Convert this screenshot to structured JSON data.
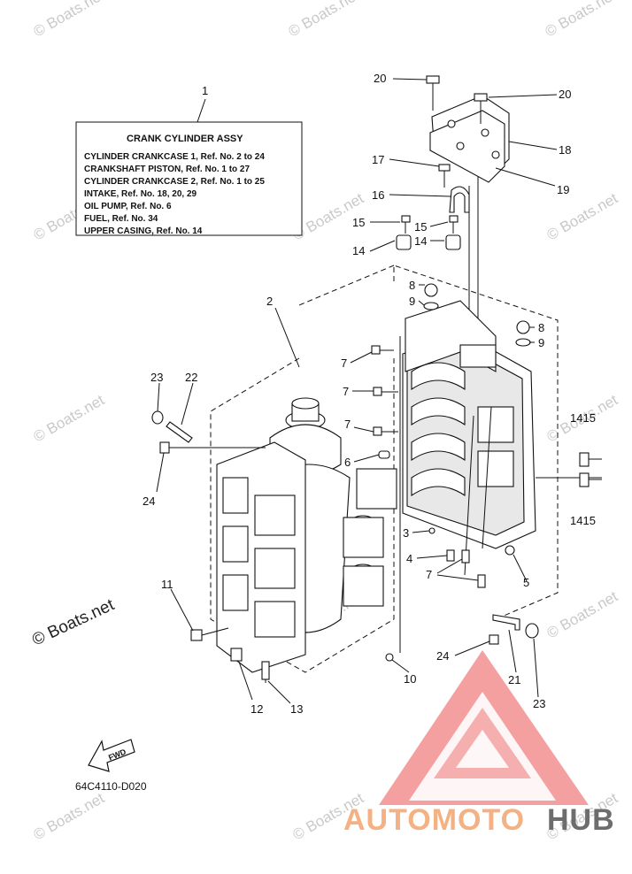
{
  "legend": {
    "ref": "1",
    "title": "CRANK CYLINDER ASSY",
    "lines": [
      "CYLINDER CRANKCASE 1,  Ref. No. 2 to 24",
      "CRANKSHAFT PISTON,  Ref. No. 1 to 27",
      "CYLINDER CRANKCASE 2,  Ref. No. 1 to 25",
      "INTAKE,  Ref. No. 18, 20, 29",
      "OIL PUMP,  Ref. No. 6",
      "FUEL,  Ref. No. 34",
      "UPPER CASING,  Ref. No. 14"
    ]
  },
  "callouts": {
    "c20a": "20",
    "c20b": "20",
    "c18": "18",
    "c19": "19",
    "c17": "17",
    "c16": "16",
    "c15a": "15",
    "c15b": "15",
    "c14a": "14",
    "c14b": "14",
    "c8a": "8",
    "c9a": "9",
    "c8b": "8",
    "c9b": "9",
    "c2": "2",
    "c7a": "7",
    "c7b": "7",
    "c7c": "7",
    "c7d": "7",
    "c23a": "23",
    "c22": "22",
    "c6": "6",
    "c24a": "24",
    "c1415a": "1415",
    "c1415b": "1415",
    "c3": "3",
    "c4": "4",
    "c5": "5",
    "c11": "11",
    "c10": "10",
    "c24b": "24",
    "c21": "21",
    "c23b": "23",
    "c12": "12",
    "c13": "13"
  },
  "fwd_label": "FWD",
  "diagram_code": "64C4110-D020",
  "watermark": "© Boats.net",
  "brand": {
    "part1": "AUTOMOTO",
    "part2": "HUB",
    "color1": "#f4b183",
    "color2": "#6d6d6d",
    "triangle_color": "#f08080"
  }
}
